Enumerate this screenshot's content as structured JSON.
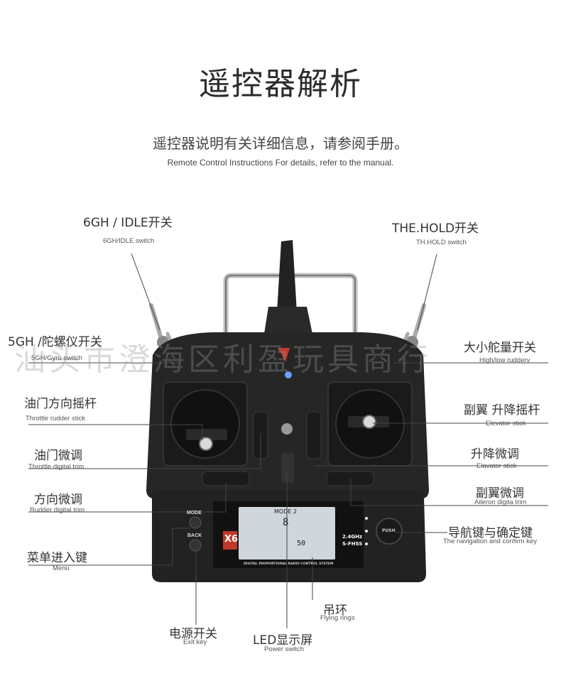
{
  "header": {
    "title": "遥控器解析",
    "subtitle_cn": "遥控器说明有关详细信息，请参阅手册。",
    "subtitle_en": "Remote Control Instructions For details, refer to the manual."
  },
  "callouts": {
    "idle_switch": {
      "cn": "6GH / IDLE开关",
      "en": "6GH/IDLE switch"
    },
    "hold_switch": {
      "cn": "THE.HOLD开关",
      "en": "TH.HOLD switch"
    },
    "gyro_switch": {
      "cn": "5GH /陀螺仪开关",
      "en": "5GH/Gyro switch"
    },
    "rudder_switch": {
      "cn": "大小舵量开关",
      "en": "High/low rudderv"
    },
    "throttle_stick": {
      "cn": "油门方向摇杆",
      "en": "Throttle rudder stick"
    },
    "elevator_stick": {
      "cn": "副翼 升降摇杆",
      "en": "Elevator stick"
    },
    "throttle_trim": {
      "cn": "油门微调",
      "en": "Throttle digital trim"
    },
    "elevator_trim": {
      "cn": "升降微调",
      "en": "Elavator stick"
    },
    "rudder_trim": {
      "cn": "方向微调",
      "en": "Rudder digital trim"
    },
    "aileron_trim": {
      "cn": "副翼微调",
      "en": "Aileron digita trim"
    },
    "menu_key": {
      "cn": "菜单进入键",
      "en": "Menu"
    },
    "nav_key": {
      "cn": "导航键与确定键",
      "en": "The navigation and  confirm key"
    },
    "flying_rings": {
      "cn": "吊环",
      "en": "Flying rings"
    },
    "exit_key": {
      "cn": "电源开关",
      "en": "Exit key"
    },
    "led_screen": {
      "cn": "LED显示屏",
      "en": "Power switch"
    }
  },
  "device": {
    "mode_label": "MODE",
    "back_label": "BACK",
    "screen_mode": "MODE  2",
    "screen_digit": "8",
    "screen_num": "50",
    "model_badge": "X6",
    "band_label": "2.4GHz",
    "protocol_label": "S-FHSS",
    "brand_strip": "DIGITAL PROPORTIONAL RADIO CONTROL SYSTEM",
    "push_label": "PUSH"
  },
  "watermark": "汕头市澄海区利盈玩具商行",
  "colors": {
    "body": "#262626",
    "panel": "#1b1b1b",
    "screen": "#cfd6dc",
    "accent": "#c0392b"
  }
}
